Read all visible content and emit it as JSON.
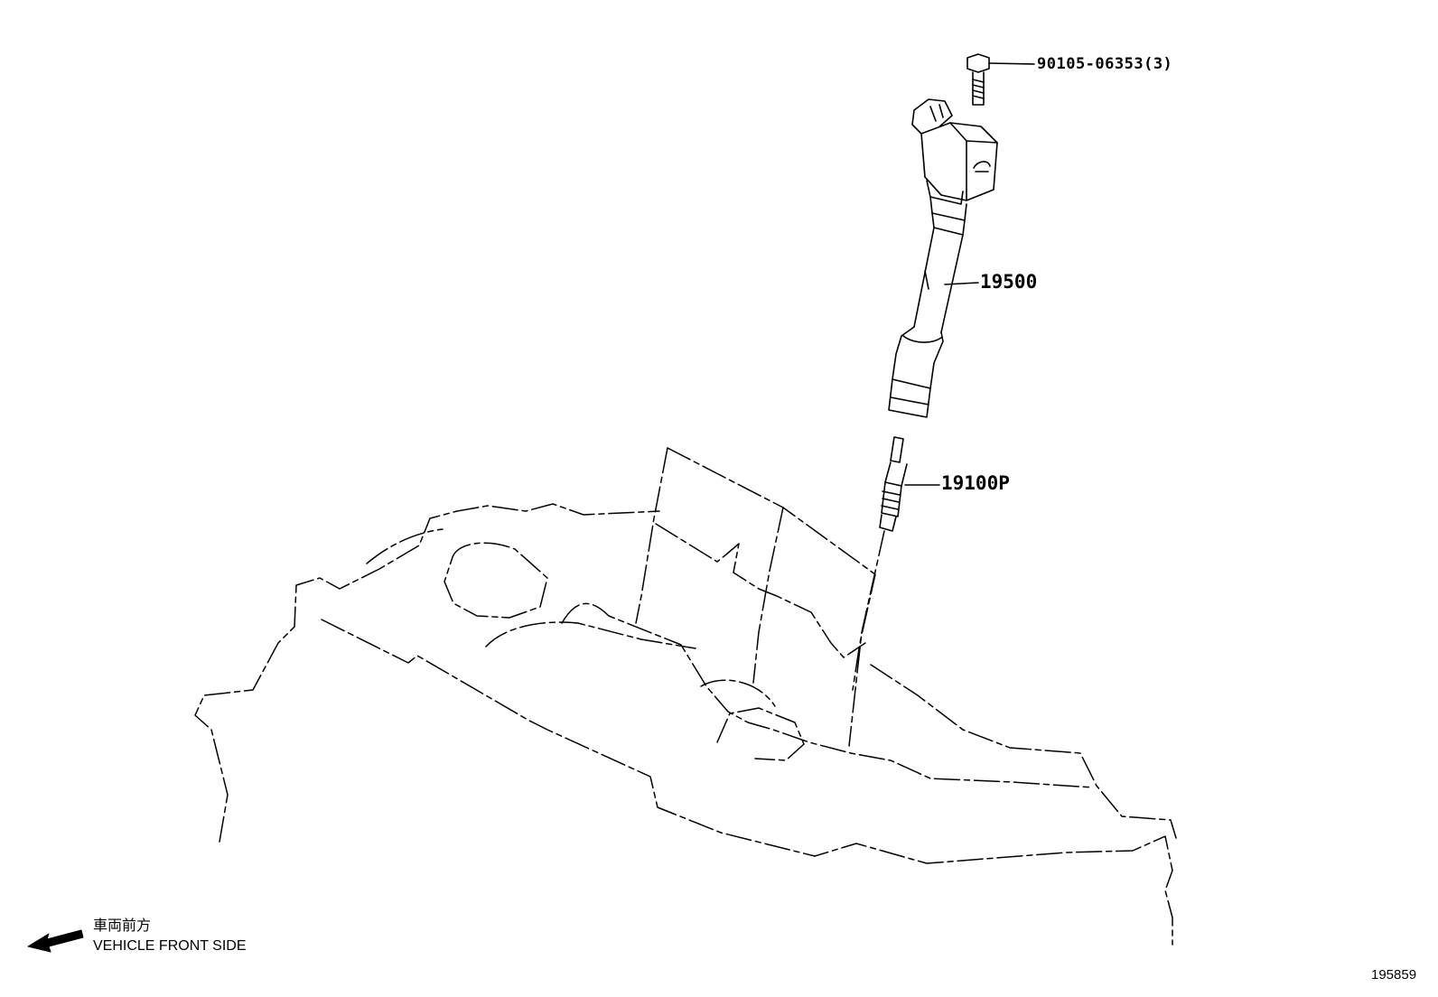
{
  "callouts": {
    "bolt": "90105-06353(3)",
    "ignition_coil": "19500",
    "spark_plug": "19100P"
  },
  "direction": {
    "label_jp": "車両前方",
    "label_en": "VEHICLE FRONT SIDE"
  },
  "figure_id": "195859",
  "colors": {
    "line": "#000000",
    "background": "#ffffff"
  }
}
